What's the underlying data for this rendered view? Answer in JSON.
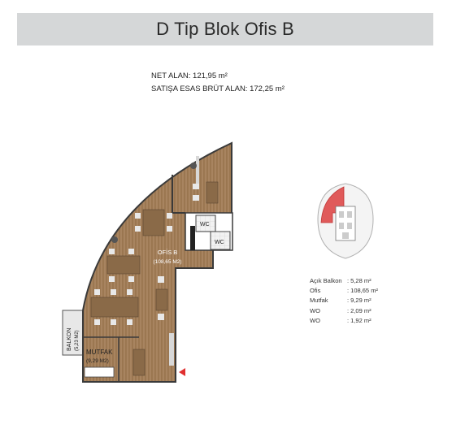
{
  "header": {
    "title": "D Tip Blok Ofis B"
  },
  "areas": {
    "net": "NET ALAN: 121,95 m²",
    "gross": "SATIŞA ESAS BRÜT ALAN: 172,25 m²"
  },
  "plan": {
    "office_label": "OFİS B",
    "office_area": "(108,65 M2)",
    "balcony_label": "BALKON",
    "balcony_area": "(5,23 M2)",
    "kitchen_label": "MUTFAK",
    "kitchen_area": "(9,29 M2)",
    "wc1_label": "WC",
    "wc2_label": "WC"
  },
  "legend": {
    "items": [
      {
        "key": "Açık Balkon",
        "value": ": 5,28 m²"
      },
      {
        "key": "Ofis",
        "value": ": 108,65 m²"
      },
      {
        "key": "Mutfak",
        "value": ": 9,29 m²"
      },
      {
        "key": "WO",
        "value": ": 2,09 m²"
      },
      {
        "key": "WO",
        "value": ": 1,92 m²"
      }
    ]
  },
  "colors": {
    "title_bar": "#d5d7d8",
    "wood_floor": "#a07d55",
    "wall": "#3a3a3a",
    "highlight": "#e05a5a",
    "marker": "#e03030"
  }
}
